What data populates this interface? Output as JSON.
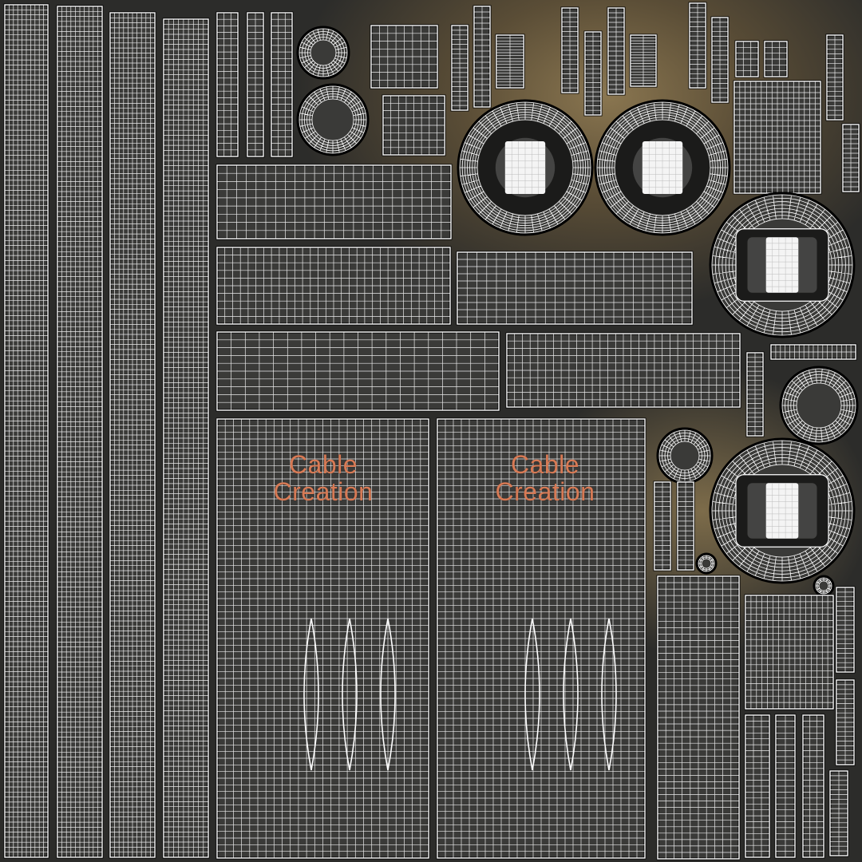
{
  "watermark": {
    "left": {
      "line1": "Cable",
      "line2": "Creation"
    },
    "right": {
      "line1": "Cable",
      "line2": "Creation"
    }
  },
  "colors": {
    "background": "#2c2c2a",
    "warm_glow": "#8a7650",
    "wire": "#ffffff",
    "island_fill": "#3a3a38",
    "watermark": "#d77a55"
  }
}
